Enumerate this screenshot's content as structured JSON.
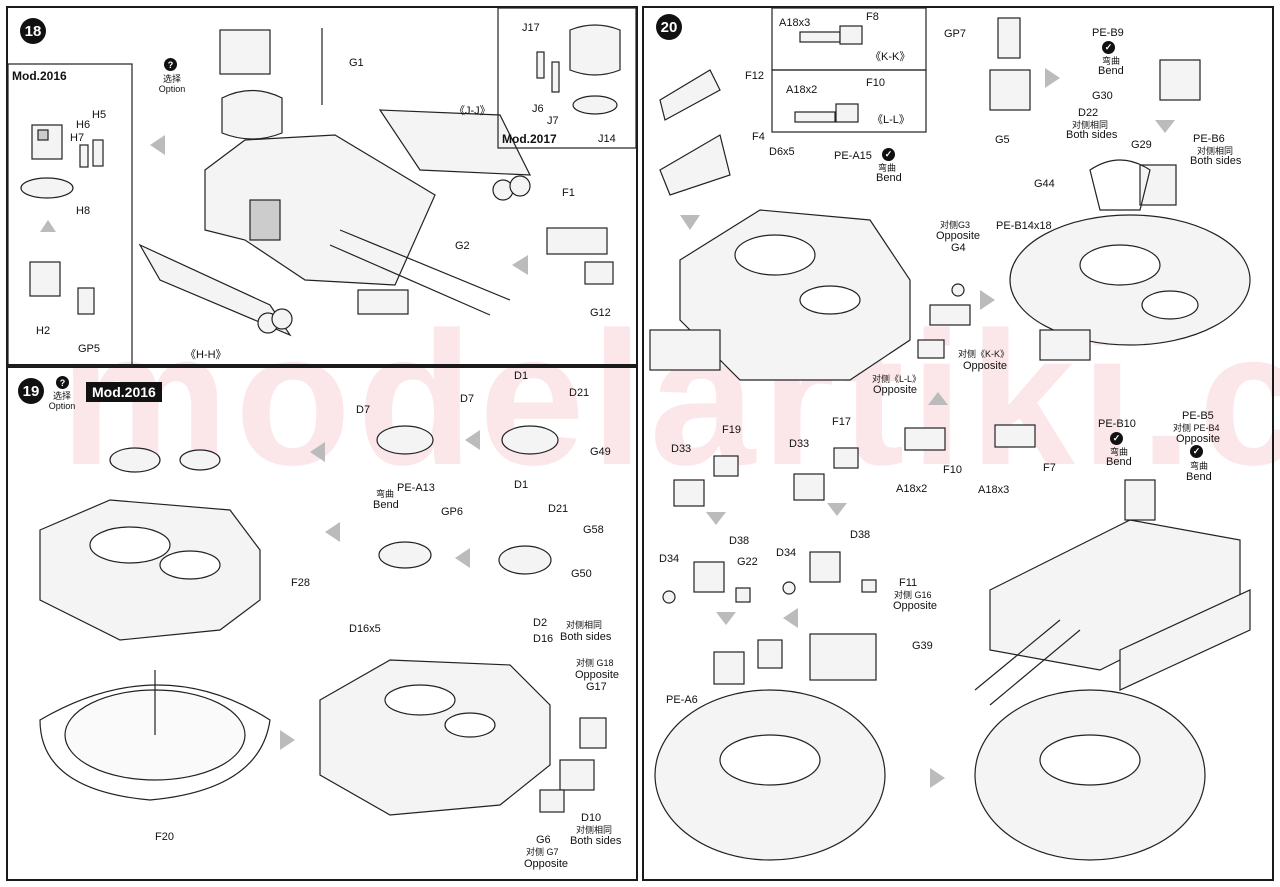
{
  "watermark": "modelartiki.cz",
  "steps": {
    "s18": "18",
    "s19": "19",
    "s20": "20"
  },
  "step18": {
    "option_label": "选择\nOption",
    "mod2016_title": "Mod.2016",
    "mod2017_title": "Mod.2017",
    "labels": {
      "G1": "G1",
      "H5": "H5",
      "H6": "H6",
      "H7": "H7",
      "H8": "H8",
      "H2": "H2",
      "GP5": "GP5",
      "JJ": "《J-J》",
      "J17": "J17",
      "J6": "J6",
      "J7": "J7",
      "J14": "J14",
      "G2": "G2",
      "F1": "F1",
      "G12": "G12",
      "HH": "《H-H》"
    }
  },
  "step19": {
    "option_label": "选择\nOption",
    "mod_title": "Mod.2016",
    "labels": {
      "D1a": "D1",
      "D7a": "D7",
      "D21a": "D21",
      "D7b": "D7",
      "G49": "G49",
      "bend_cn": "弯曲",
      "bend": "Bend",
      "PEA13": "PE-A13",
      "D1b": "D1",
      "GP6": "GP6",
      "D21b": "D21",
      "G58": "G58",
      "G50": "G50",
      "F28": "F28",
      "F20": "F20",
      "D16x5": "D16x5",
      "D2": "D2",
      "D16": "D16",
      "both_cn1": "对侧相同",
      "both1": "Both sides",
      "opp_cn_G18": "对侧 G18",
      "opp1": "Opposite",
      "G17": "G17",
      "D10": "D10",
      "both_cn2": "对侧相同",
      "both2": "Both sides",
      "G6": "G6",
      "opp_cn_G7": "对侧 G7",
      "opp2": "Opposite"
    }
  },
  "step20": {
    "labels": {
      "A18x3a": "A18x3",
      "F8": "F8",
      "KK1": "《K-K》",
      "A18x2a": "A18x2",
      "F10a": "F10",
      "LL1": "《L-L》",
      "F12": "F12",
      "F4": "F4",
      "GP7": "GP7",
      "G5": "G5",
      "D22": "D22",
      "both_cn": "对侧相同",
      "both": "Both sides",
      "PEB9": "PE-B9",
      "bend_cn1": "弯曲",
      "bend1": "Bend",
      "G30": "G30",
      "G29": "G29",
      "PEB6": "PE-B6",
      "both_cn_b6": "对侧相同",
      "both_b6": "Both sides",
      "D6x5": "D6x5",
      "PEA15": "PE-A15",
      "bend_cn2": "弯曲",
      "bend2": "Bend",
      "opp_G3_cn": "对侧G3",
      "opp_G3": "Opposite",
      "G4": "G4",
      "G44": "G44",
      "PEB14x18": "PE-B14x18",
      "KK2_cn": "对侧《K-K》",
      "KK2_opp": "Opposite",
      "LL2_cn": "对侧《L-L》",
      "LL2_opp": "Opposite",
      "PEB10": "PE-B10",
      "bend_cn3": "弯曲",
      "bend3": "Bend",
      "PEB5": "PE-B5",
      "PEB4_cn": "对侧 PE-B4",
      "PEB4_opp": "Opposite",
      "bend_cn4": "弯曲",
      "bend4": "Bend",
      "F10b": "F10",
      "A18x2b": "A18x2",
      "F7": "F7",
      "A18x3b": "A18x3",
      "D33a": "D33",
      "F19": "F19",
      "D33b": "D33",
      "F17": "F17",
      "D38a": "D38",
      "D38b": "D38",
      "D34a": "D34",
      "G22": "G22",
      "D34b": "D34",
      "F11": "F11",
      "G16_cn": "对侧 G16",
      "G16_opp": "Opposite",
      "PEA6": "PE-A6",
      "G39": "G39"
    }
  }
}
